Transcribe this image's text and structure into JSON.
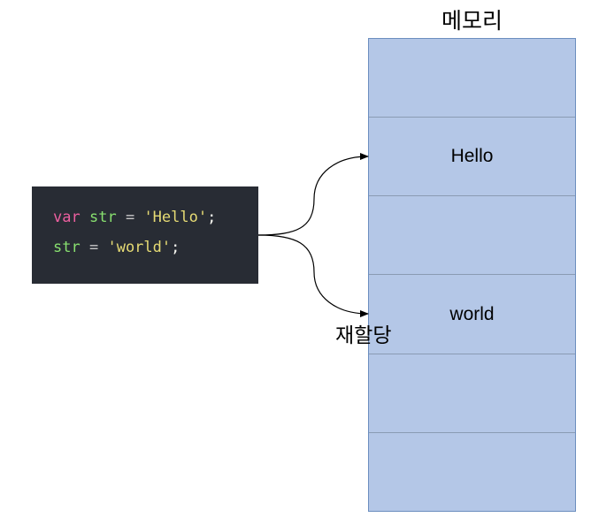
{
  "memory": {
    "title": "메모리",
    "cells": [
      "",
      "Hello",
      "",
      "world",
      "",
      ""
    ],
    "fill_color": "#b4c7e7",
    "border_color": "#6c8ebf"
  },
  "code": {
    "background": "#282c34",
    "line1": {
      "keyword": "var",
      "identifier": "str",
      "operator": "=",
      "string": "'Hello'",
      "terminator": ";"
    },
    "line2": {
      "identifier": "str",
      "operator": "=",
      "string": "'world'",
      "terminator": ";"
    }
  },
  "reallocation_label": "재할당"
}
